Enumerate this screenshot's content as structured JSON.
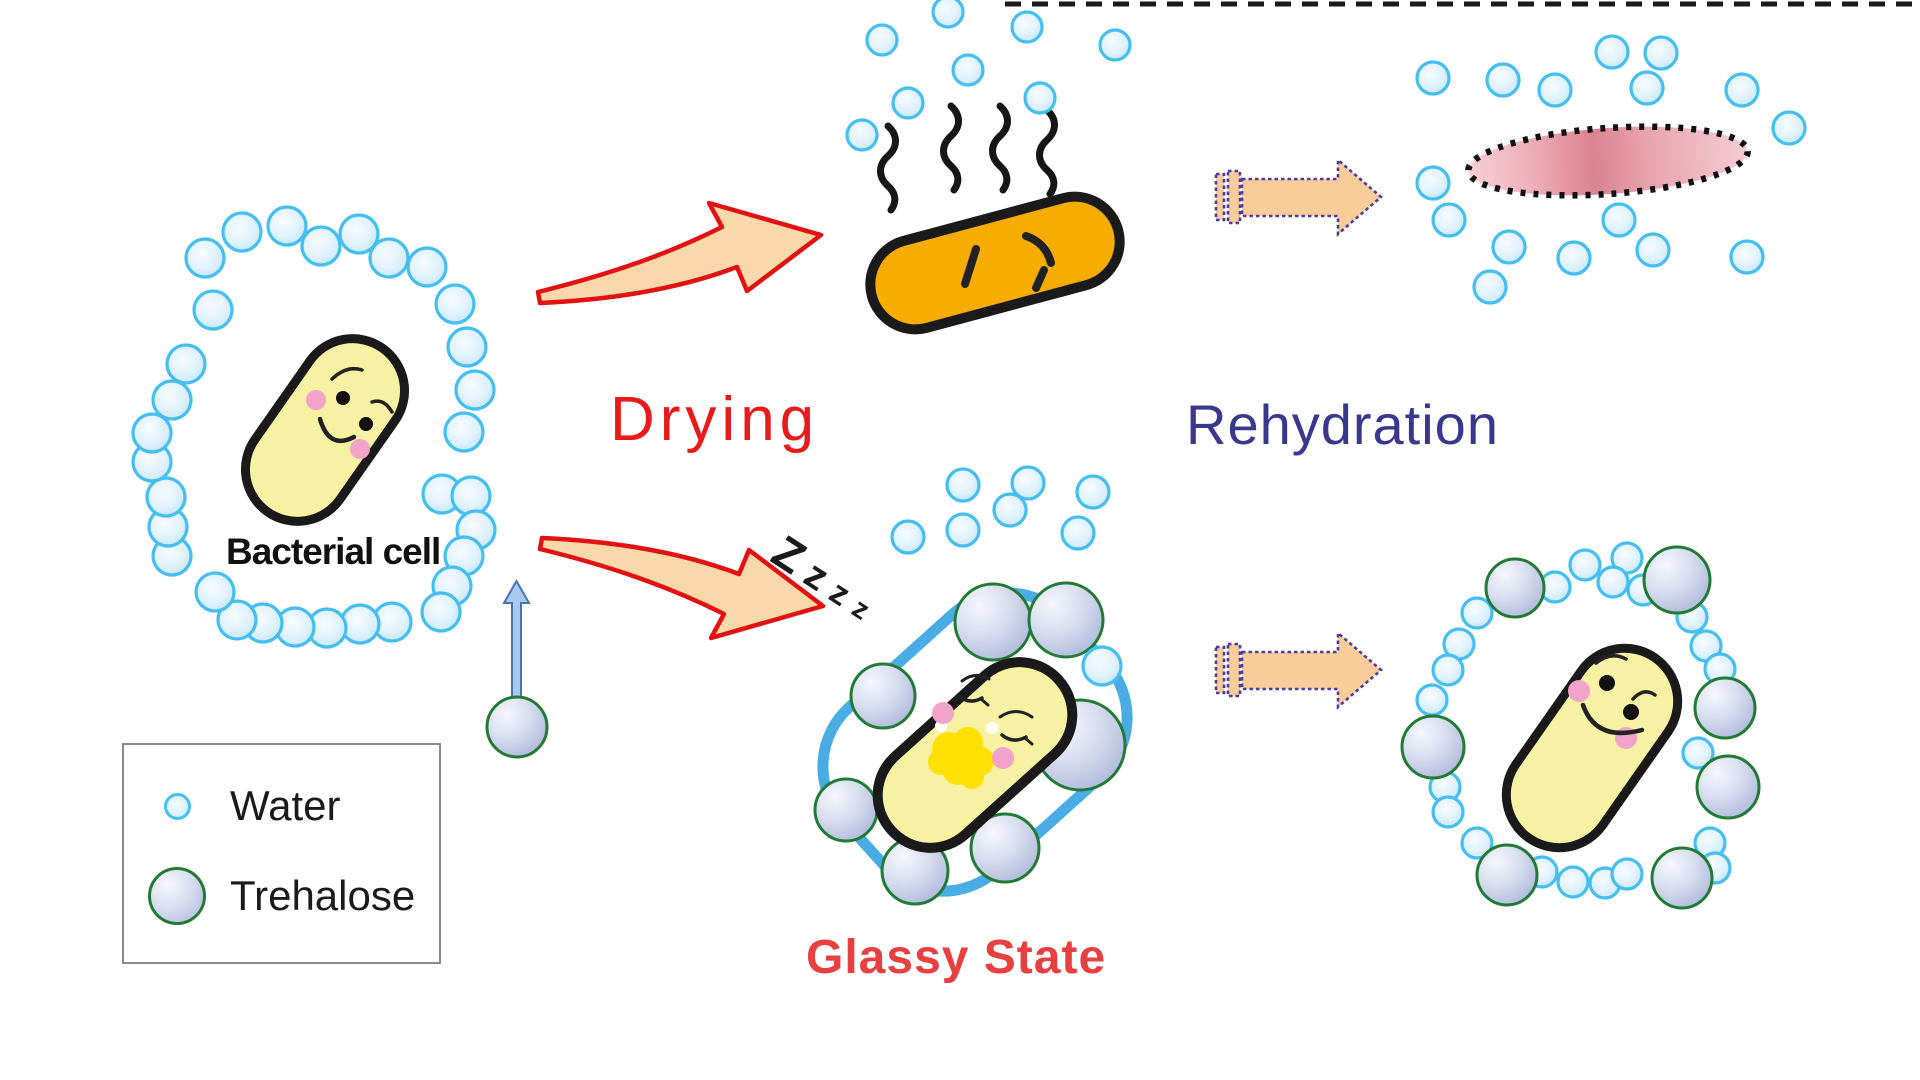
{
  "figure": {
    "labels": {
      "bacterial_cell": "Bacterial cell",
      "drying": "Drying",
      "rehydration": "Rehydration",
      "glassy_state": "Glassy State",
      "sleep": [
        "Z",
        "z",
        "z",
        "z"
      ]
    },
    "legend": {
      "water_label": "Water",
      "trehalose_label": "Trehalose"
    },
    "icons": {
      "water-droplet": "small light-blue outlined circle",
      "trehalose-sphere": "large grey-blue gradient circle with green outline",
      "up-arrow": "thin blue arrow pointing up",
      "swoosh-arrow": "red curved brush arrow",
      "block-arrow": "peach block arrow with dashed purple outline and tail bars"
    },
    "colors": {
      "water_border": "#45BEF0",
      "trehalose_border": "#237A36",
      "cell_fill": "#F6F1A3",
      "cell_outline": "#1A1A1A",
      "dried_fill": "#F7AC00",
      "swoosh_fill": "#F9D9A9",
      "swoosh_stroke": "#E21212",
      "block_arrow_fill": "#F9CD9A",
      "block_arrow_stroke": "#4B3CA5",
      "glassy_outline": "#4AACE4",
      "drying_text": "#E81A1A",
      "rehydration_text": "#39388E",
      "glassy_text": "#E84040",
      "up_arrow_fill": "#A9C9ED",
      "up_arrow_stroke": "#4A72B8",
      "cheek_pink": "#F2A3C9",
      "sleep_text": "#1A1A1A"
    },
    "particles": {
      "left_ring_water": [
        [
          205,
          258
        ],
        [
          242,
          232
        ],
        [
          287,
          226
        ],
        [
          321,
          246
        ],
        [
          359,
          234
        ],
        [
          389,
          258
        ],
        [
          427,
          267
        ],
        [
          455,
          304
        ],
        [
          467,
          347
        ],
        [
          475,
          390
        ],
        [
          464,
          432
        ],
        [
          442,
          494
        ],
        [
          471,
          496
        ],
        [
          476,
          530
        ],
        [
          464,
          556
        ],
        [
          452,
          586
        ],
        [
          441,
          612
        ],
        [
          392,
          622
        ],
        [
          360,
          624
        ],
        [
          327,
          628
        ],
        [
          295,
          627
        ],
        [
          263,
          623
        ],
        [
          237,
          620
        ],
        [
          215,
          592
        ],
        [
          172,
          556
        ],
        [
          168,
          527
        ],
        [
          166,
          497
        ],
        [
          152,
          462
        ],
        [
          152,
          433
        ],
        [
          172,
          400
        ],
        [
          186,
          364
        ],
        [
          213,
          310
        ]
      ],
      "evaporation_water": [
        [
          882,
          40
        ],
        [
          948,
          12
        ],
        [
          1027,
          27
        ],
        [
          968,
          70
        ],
        [
          908,
          103
        ],
        [
          1040,
          98
        ],
        [
          862,
          135
        ],
        [
          1115,
          45
        ]
      ],
      "dead_cell_water": [
        [
          1433,
          78
        ],
        [
          1503,
          80
        ],
        [
          1555,
          90
        ],
        [
          1612,
          52
        ],
        [
          1661,
          53
        ],
        [
          1647,
          88
        ],
        [
          1742,
          90
        ],
        [
          1789,
          128
        ],
        [
          1433,
          183
        ],
        [
          1449,
          220
        ],
        [
          1509,
          247
        ],
        [
          1574,
          258
        ],
        [
          1619,
          220
        ],
        [
          1653,
          250
        ],
        [
          1747,
          257
        ],
        [
          1490,
          287
        ]
      ],
      "glassy_top_water": [
        [
          963,
          485
        ],
        [
          1028,
          483
        ],
        [
          1093,
          492
        ],
        [
          1010,
          510
        ],
        [
          963,
          530
        ],
        [
          908,
          537
        ],
        [
          1078,
          533
        ]
      ],
      "glassy_inner_water": [
        [
          1102,
          666
        ]
      ],
      "recovered_ring_water": [
        [
          1585,
          565
        ],
        [
          1627,
          558
        ],
        [
          1613,
          582
        ],
        [
          1643,
          590
        ],
        [
          1555,
          587
        ],
        [
          1477,
          613
        ],
        [
          1459,
          644
        ],
        [
          1448,
          670
        ],
        [
          1432,
          700
        ],
        [
          1445,
          787
        ],
        [
          1448,
          812
        ],
        [
          1477,
          843
        ],
        [
          1542,
          872
        ],
        [
          1573,
          882
        ],
        [
          1605,
          883
        ],
        [
          1627,
          874
        ],
        [
          1710,
          843
        ],
        [
          1715,
          868
        ],
        [
          1698,
          753
        ],
        [
          1692,
          617
        ],
        [
          1706,
          646
        ],
        [
          1720,
          669
        ]
      ],
      "glassy_trehalose": [
        [
          993,
          622,
          38
        ],
        [
          1066,
          620,
          37
        ],
        [
          883,
          696,
          32
        ],
        [
          1080,
          745,
          45
        ],
        [
          846,
          810,
          31
        ],
        [
          915,
          871,
          33
        ],
        [
          1005,
          848,
          34
        ]
      ],
      "recovered_trehalose": [
        [
          1515,
          588,
          29
        ],
        [
          1677,
          580,
          33
        ],
        [
          1725,
          708,
          30
        ],
        [
          1728,
          787,
          31
        ],
        [
          1507,
          875,
          30
        ],
        [
          1682,
          878,
          30
        ],
        [
          1433,
          747,
          31
        ]
      ],
      "free_trehalose": [
        [
          517,
          727,
          30
        ]
      ]
    }
  }
}
